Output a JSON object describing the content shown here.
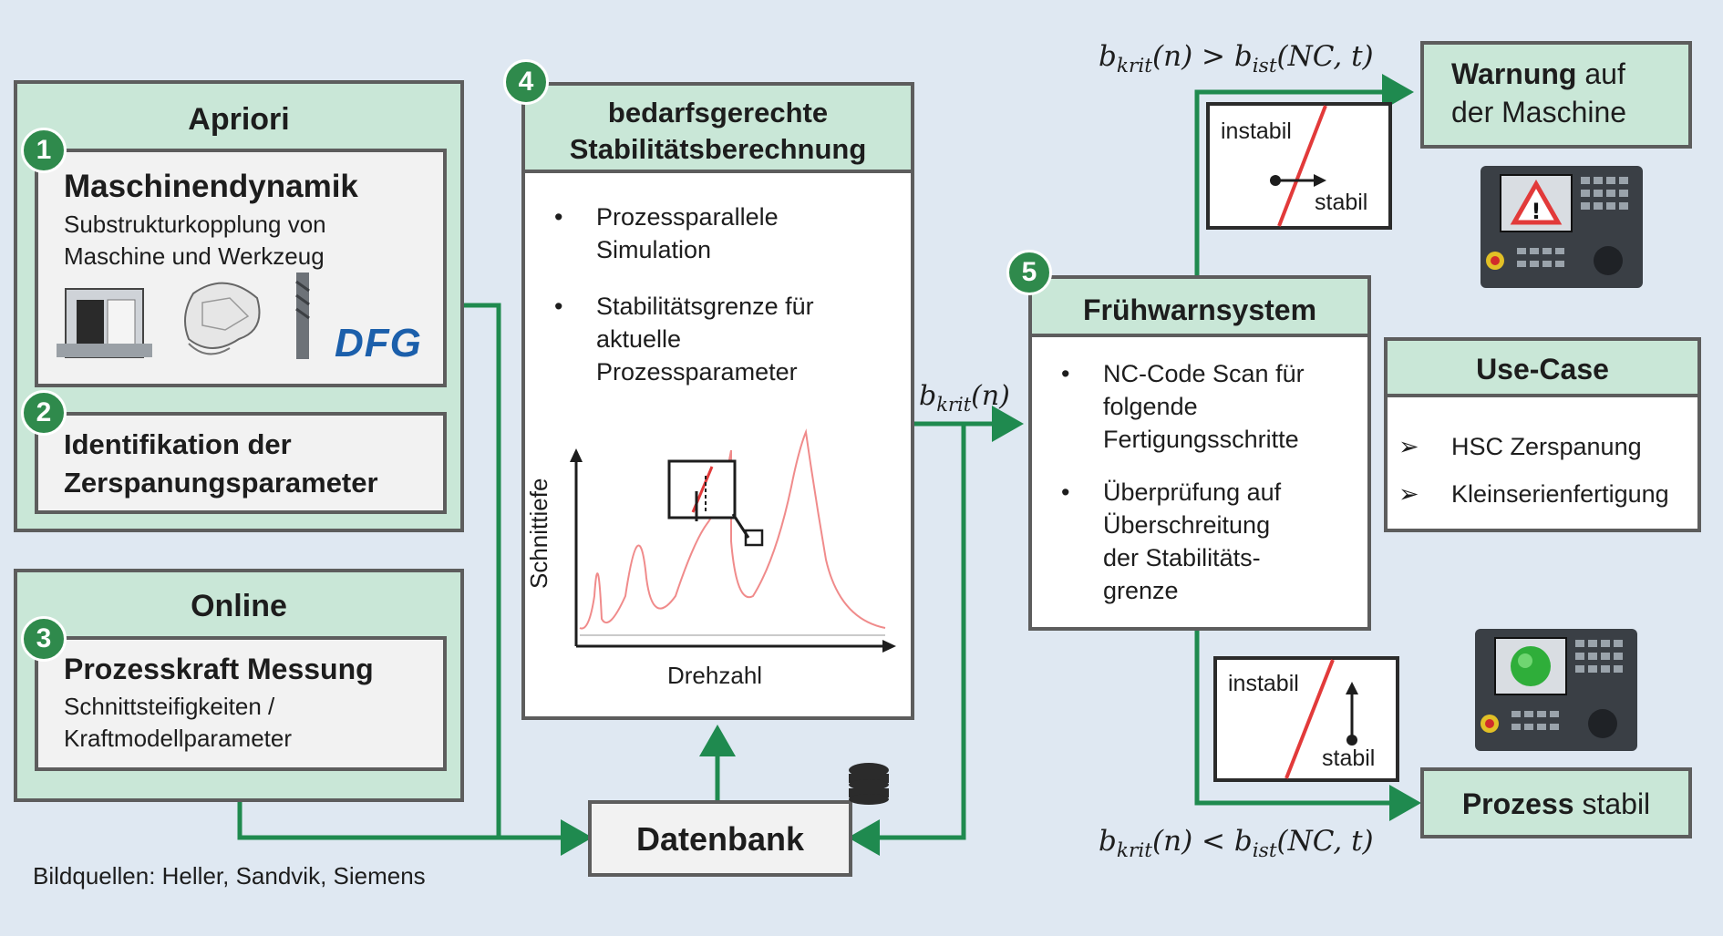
{
  "apriori": {
    "title": "Apriori",
    "badge1": "1",
    "maschinendynamik_title": "Maschinendynamik",
    "maschinendynamik_line1": "Substrukturkopplung von",
    "maschinendynamik_line2": "Maschine und Werkzeug",
    "logo": "DFG",
    "badge2": "2",
    "identifikation_line1": "Identifikation der",
    "identifikation_line2": "Zerspanungsparameter"
  },
  "online": {
    "title": "Online",
    "badge3": "3",
    "prozesskraft_title": "Prozesskraft Messung",
    "prozesskraft_line1": "Schnittsteifigkeiten /",
    "prozesskraft_line2": "Kraftmodellparameter"
  },
  "source_note": "Bildquellen: Heller, Sandvik, Siemens",
  "stability": {
    "badge4": "4",
    "title_line1": "bedarfsgerechte",
    "title_line2": "Stabilitätsberechnung",
    "bullet1_line1": "Prozessparallele",
    "bullet1_line2": "Simulation",
    "bullet2_line1": "Stabilitätsgrenze für",
    "bullet2_line2": "aktuelle",
    "bullet2_line3": "Prozessparameter",
    "ylabel": "Schnittiefe",
    "xlabel": "Drehzahl"
  },
  "datenbank": "Datenbank",
  "bkrit_label": {
    "main": "b",
    "sub": "krit",
    "arg": "(n)"
  },
  "early_warning": {
    "badge5": "5",
    "title": "Frühwarnsystem",
    "bullet1_line1": "NC-Code Scan für",
    "bullet1_line2": "folgende",
    "bullet1_line3": "Fertigungsschritte",
    "bullet2_line1": "Überprüfung auf",
    "bullet2_line2": "Überschreitung",
    "bullet2_line3": "der Stabilitäts-",
    "bullet2_line4": "grenze"
  },
  "condition_top": {
    "lhs": "b",
    "lhs_sub": "krit",
    "lhs_arg": "(n)",
    "op": ">",
    "rhs": "b",
    "rhs_sub": "ist",
    "rhs_arg": "(NC, t)"
  },
  "condition_bottom": {
    "lhs": "b",
    "lhs_sub": "krit",
    "lhs_arg": "(n)",
    "op": "<",
    "rhs": "b",
    "rhs_sub": "ist",
    "rhs_arg": "(NC, t)"
  },
  "mini_top": {
    "instabil": "instabil",
    "stabil": "stabil"
  },
  "mini_bottom": {
    "instabil": "instabil",
    "stabil": "stabil"
  },
  "warnung": {
    "bold": "Warnung",
    "rest_line1": " auf",
    "line2": "der Maschine"
  },
  "prozess_stabil": {
    "bold": "Prozess",
    "rest": " stabil"
  },
  "use_case": {
    "title": "Use-Case",
    "items": [
      "HSC Zerspanung",
      "Kleinserienfertigung"
    ]
  },
  "colors": {
    "accent_green": "#1f8a4f",
    "box_green": "#c9e7d7",
    "background": "#dfe8f2",
    "stability_curve": "#f08b8b",
    "warning_red": "#e23a3a"
  }
}
